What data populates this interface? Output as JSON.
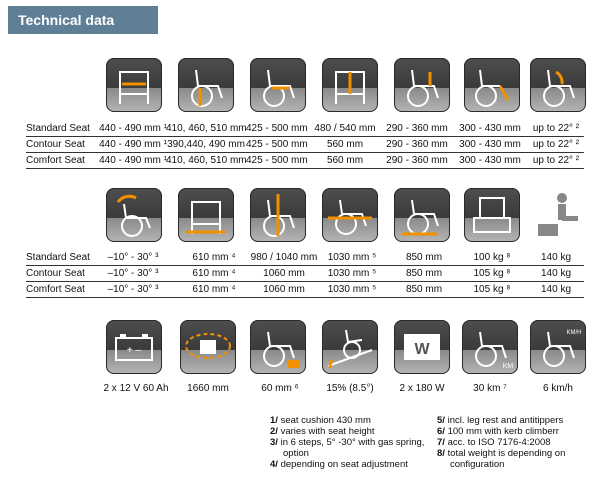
{
  "header": {
    "title": "Technical data"
  },
  "table1": {
    "rows": [
      {
        "label": "Standard Seat",
        "cells": [
          "440 - 490 mm ¹",
          "410, 460, 510 mm",
          "425 - 500 mm",
          "480 / 540 mm",
          "290 - 360 mm",
          "300 - 430 mm",
          "up to 22° ²"
        ]
      },
      {
        "label": "Contour Seat",
        "cells": [
          "440 - 490 mm ¹",
          "390,440, 490 mm",
          "425 - 500 mm",
          "560 mm",
          "290 - 360 mm",
          "300 - 430 mm",
          "up to 22° ²"
        ]
      },
      {
        "label": "Comfort Seat",
        "cells": [
          "440 - 490 mm ¹",
          "410, 460, 510 mm",
          "425 - 500 mm",
          "560 mm",
          "290 - 360 mm",
          "300 - 430 mm",
          "up to 22° ²"
        ]
      }
    ]
  },
  "table2": {
    "rows": [
      {
        "label": "Standard Seat",
        "cells": [
          "–10° - 30° ³",
          "610 mm ⁴",
          "980 / 1040 mm",
          "1030 mm ⁵",
          "850 mm",
          "100 kg ⁸",
          "140 kg"
        ]
      },
      {
        "label": "Contour Seat",
        "cells": [
          "–10° - 30° ³",
          "610 mm ⁴",
          "1060 mm",
          "1030 mm ⁵",
          "850 mm",
          "105 kg ⁸",
          "140 kg"
        ]
      },
      {
        "label": "Comfort Seat",
        "cells": [
          "–10° - 30° ³",
          "610 mm ⁴",
          "1060 mm",
          "1030 mm ⁵",
          "850 mm",
          "105 kg ⁸",
          "140 kg"
        ]
      }
    ]
  },
  "bottom": {
    "values": [
      "2 x 12 V 60 Ah",
      "1660 mm",
      "60 mm ⁶",
      "15% (8.5°)",
      "2 x 180 W",
      "30 km ⁷",
      "6 km/h"
    ],
    "icon_texts": {
      "battery": "+   –",
      "motor": "W",
      "km": "KM",
      "kmh": "KM/H"
    }
  },
  "footnotes": {
    "left": [
      {
        "num": "1/",
        "text": "seat cushion 430 mm"
      },
      {
        "num": "2/",
        "text": "varies with seat height"
      },
      {
        "num": "3/",
        "text": "in 6 steps, 5° -30° with gas spring, option"
      },
      {
        "num": "4/",
        "text": "depending on seat adjustment"
      }
    ],
    "right": [
      {
        "num": "5/",
        "text": "incl. leg rest and antitippers"
      },
      {
        "num": "6/",
        "text": "100 mm with kerb climberr"
      },
      {
        "num": "7/",
        "text": "acc. to ISO 7176-4:2008"
      },
      {
        "num": "8/",
        "text": "total weight is depending on configuration"
      }
    ]
  },
  "colors": {
    "accent": "#f29100",
    "header_bg": "#5f7f97",
    "icon_dark": "#3a3a3a"
  }
}
